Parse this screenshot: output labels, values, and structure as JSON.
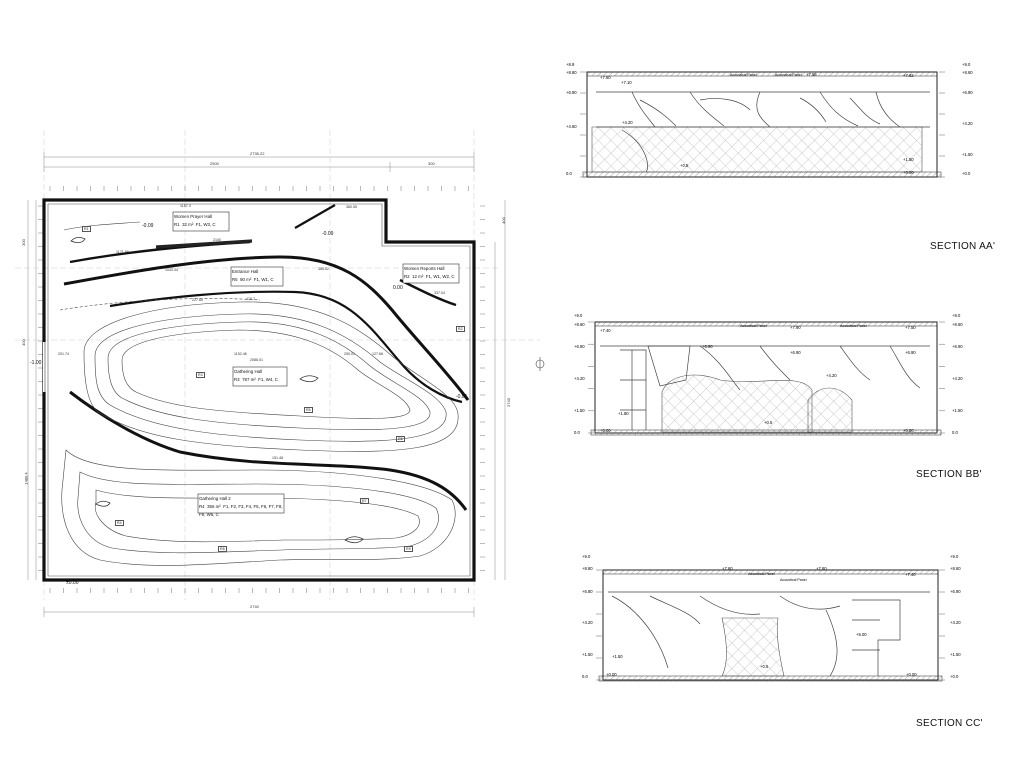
{
  "plan": {
    "overall_dims": [
      "2735.22",
      "2740"
    ],
    "top_dims": [
      "2500",
      "300"
    ],
    "left_dims": [
      "300",
      "400",
      "1400",
      "1480.4"
    ],
    "right_dims": [
      "400",
      "2740"
    ],
    "rooms": [
      {
        "name": "Women Prayer Hall",
        "code": "R1",
        "area": "32 m²",
        "finish": "F1, W3, C"
      },
      {
        "name": "Entrance Hall",
        "code": "R5",
        "area": "80 m²",
        "finish": "F1, W1, C"
      },
      {
        "name": "Women Reports Hall",
        "code": "R2",
        "area": "12 m²",
        "finish": "F1, W1, W2, C"
      },
      {
        "name": "Gathering Hall",
        "code": "R3",
        "area": "787 m²",
        "finish": "F1, W4, C"
      },
      {
        "name": "Gathering Hall 2",
        "code": "R4",
        "area": "356 m²",
        "finish": "F1, F2, F3, F4, F5, F6, F7, F8, F9, W5, C"
      }
    ],
    "levels": [
      "±0.00",
      "-0.09",
      "-0.09",
      "0.00",
      "-0.05",
      "-1.00"
    ],
    "dims": [
      "1157.3",
      "2100",
      "1171.99",
      "1043.34",
      "227.65",
      "415.7",
      "1152.46",
      "2086.01",
      "250.01",
      "127.66",
      "201.74",
      "151.48",
      "380.55",
      "337.04",
      "385.52"
    ],
    "room_tags": [
      "R1",
      "R2",
      "R3",
      "R4",
      "R5",
      "R6",
      "R7",
      "R8",
      "R9"
    ]
  },
  "sections": {
    "aa": {
      "title": "SECTION AA'",
      "levels_left": [
        "+8.9",
        "+8.80",
        "+6.90",
        "+4.60",
        "0.0"
      ],
      "levels_right": [
        "+9.0",
        "+8.60",
        "+6.90",
        "+4.20",
        "+1.50",
        "+0.0"
      ],
      "inner_levels": [
        "+7.10",
        "+7.60",
        "+7.58",
        "+7.62",
        "+4.20",
        "+1.50",
        "+0.5",
        "+0.00"
      ],
      "labels": [
        "Acoustical Panel",
        "Acoustical Panel"
      ]
    },
    "bb": {
      "title": "SECTION BB'",
      "levels_left": [
        "+9.0",
        "+8.60",
        "+6.90",
        "+4.20",
        "+1.50",
        "0.0"
      ],
      "levels_right": [
        "+9.0",
        "+8.60",
        "+6.90",
        "+4.20",
        "+1.50",
        "0.0"
      ],
      "inner_levels": [
        "+7.40",
        "+7.90",
        "+7.50",
        "+6.90",
        "+6.90",
        "+6.90",
        "+4.20",
        "+1.80",
        "+0.00",
        "+0.5",
        "+0.00"
      ],
      "labels": [
        "Acoustical Panel",
        "Acoustical Panel"
      ]
    },
    "cc": {
      "title": "SECTION CC'",
      "levels_left": [
        "+9.0",
        "+8.80",
        "+6.80",
        "+4.20",
        "+1.50",
        "0.0"
      ],
      "levels_right": [
        "+9.0",
        "+8.60",
        "+6.90",
        "+4.20",
        "+1.50",
        "+0.0"
      ],
      "inner_levels": [
        "+7.60",
        "+7.60",
        "+7.40",
        "+5.00",
        "+1.50",
        "+0.00",
        "+0.5",
        "+0.00"
      ],
      "labels": [
        "Acoustical Panel",
        "Acoustical Panel"
      ]
    }
  }
}
